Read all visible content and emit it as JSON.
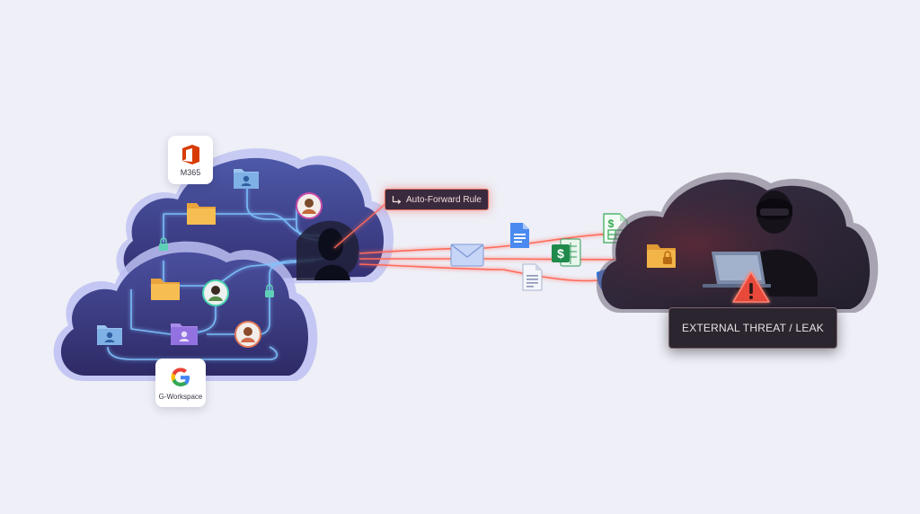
{
  "badges": {
    "m365": {
      "label": "M365"
    },
    "gworkspace": {
      "label": "G-Workspace"
    }
  },
  "rule": {
    "label": "Auto-Forward Rule"
  },
  "threat": {
    "label": "EXTERNAL THREAT / LEAK"
  },
  "icons": [
    "office-icon",
    "google-icon",
    "folder-icon",
    "user-folder-icon",
    "lock-icon",
    "avatar",
    "mail-envelope-icon",
    "google-docs-icon",
    "google-sheets-icon",
    "excel-icon",
    "document-icon",
    "shield-check-icon",
    "locked-folder-icon",
    "warning-icon",
    "hacker-figure",
    "laptop-icon"
  ],
  "colors": {
    "background": "#eeeff7",
    "cloud_left": "#3a3f86",
    "cloud_right": "#2c2638",
    "flow_blue": "#7fc4ff",
    "flow_red": "#ff6a5a",
    "warning": "#e8483a"
  }
}
